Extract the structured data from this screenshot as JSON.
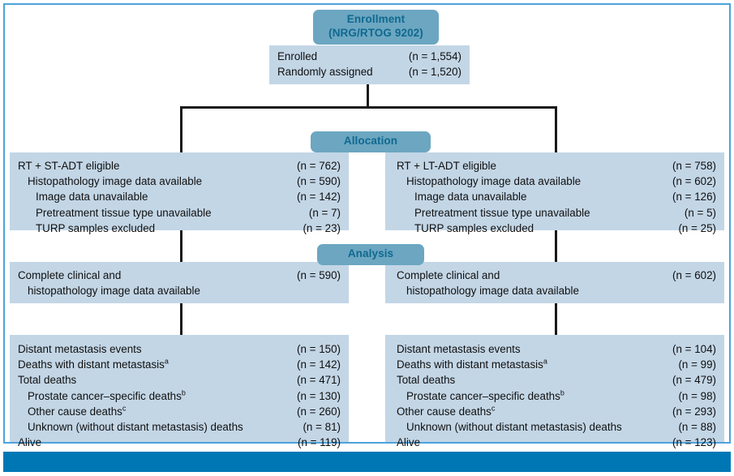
{
  "figure": {
    "accent_badge_bg": "#6ca6c1",
    "accent_badge_text": "#10698f",
    "panel_bg": "#c3d6e6",
    "frame_color": "#4da3dd",
    "bottom_bar_color": "#0077b5",
    "connector_color": "#1a1a1a"
  },
  "enrollment": {
    "badge_line1": "Enrollment",
    "badge_line2": "(NRG/RTOG 9202)",
    "rows": [
      {
        "label": "Enrolled",
        "n": "(n = 1,554)"
      },
      {
        "label": "Randomly assigned",
        "n": "(n = 1,520)"
      }
    ]
  },
  "allocation": {
    "badge": "Allocation",
    "left": {
      "rows": [
        {
          "label": "RT + ST-ADT eligible",
          "n": "(n = 762)"
        },
        {
          "label": "Histopathology image data available",
          "n": "(n = 590)"
        },
        {
          "label": "Image data unavailable",
          "n": "(n = 142)"
        },
        {
          "label": "Pretreatment tissue type unavailable",
          "n": "(n = 7)"
        },
        {
          "label": "TURP samples excluded",
          "n": "(n = 23)"
        }
      ]
    },
    "right": {
      "rows": [
        {
          "label": "RT + LT-ADT eligible",
          "n": "(n = 758)"
        },
        {
          "label": "Histopathology image data available",
          "n": "(n = 602)"
        },
        {
          "label": "Image data unavailable",
          "n": "(n = 126)"
        },
        {
          "label": "Pretreatment tissue type unavailable",
          "n": "(n = 5)"
        },
        {
          "label": "TURP samples excluded",
          "n": "(n = 25)"
        }
      ]
    }
  },
  "analysis": {
    "badge": "Analysis",
    "left": {
      "line1": "Complete clinical and",
      "line2": "histopathology image data available",
      "n": "(n = 590)"
    },
    "right": {
      "line1": "Complete clinical and",
      "line2": "histopathology image data available",
      "n": "(n = 602)"
    }
  },
  "outcomes": {
    "left": {
      "rows": [
        {
          "label": "Distant metastasis events",
          "sup": "",
          "n": "(n = 150)"
        },
        {
          "label": "Deaths with distant metastasis",
          "sup": "a",
          "n": "(n = 142)"
        },
        {
          "label": "Total deaths",
          "sup": "",
          "n": "(n = 471)"
        },
        {
          "label": "Prostate cancer–specific deaths",
          "sup": "b",
          "n": "(n = 130)"
        },
        {
          "label": "Other cause deaths",
          "sup": "c",
          "n": "(n = 260)"
        },
        {
          "label": "Unknown (without distant metastasis) deaths",
          "sup": "",
          "n": "(n = 81)"
        },
        {
          "label": "Alive",
          "sup": "",
          "n": "(n = 119)"
        }
      ]
    },
    "right": {
      "rows": [
        {
          "label": "Distant metastasis events",
          "sup": "",
          "n": "(n = 104)"
        },
        {
          "label": "Deaths with distant metastasis",
          "sup": "a",
          "n": "(n = 99)"
        },
        {
          "label": "Total deaths",
          "sup": "",
          "n": "(n = 479)"
        },
        {
          "label": "Prostate cancer–specific deaths",
          "sup": "b",
          "n": "(n = 98)"
        },
        {
          "label": "Other cause deaths",
          "sup": "c",
          "n": "(n = 293)"
        },
        {
          "label": "Unknown (without distant metastasis) deaths",
          "sup": "",
          "n": "(n = 88)"
        },
        {
          "label": "Alive",
          "sup": "",
          "n": "(n = 123)"
        }
      ]
    }
  }
}
